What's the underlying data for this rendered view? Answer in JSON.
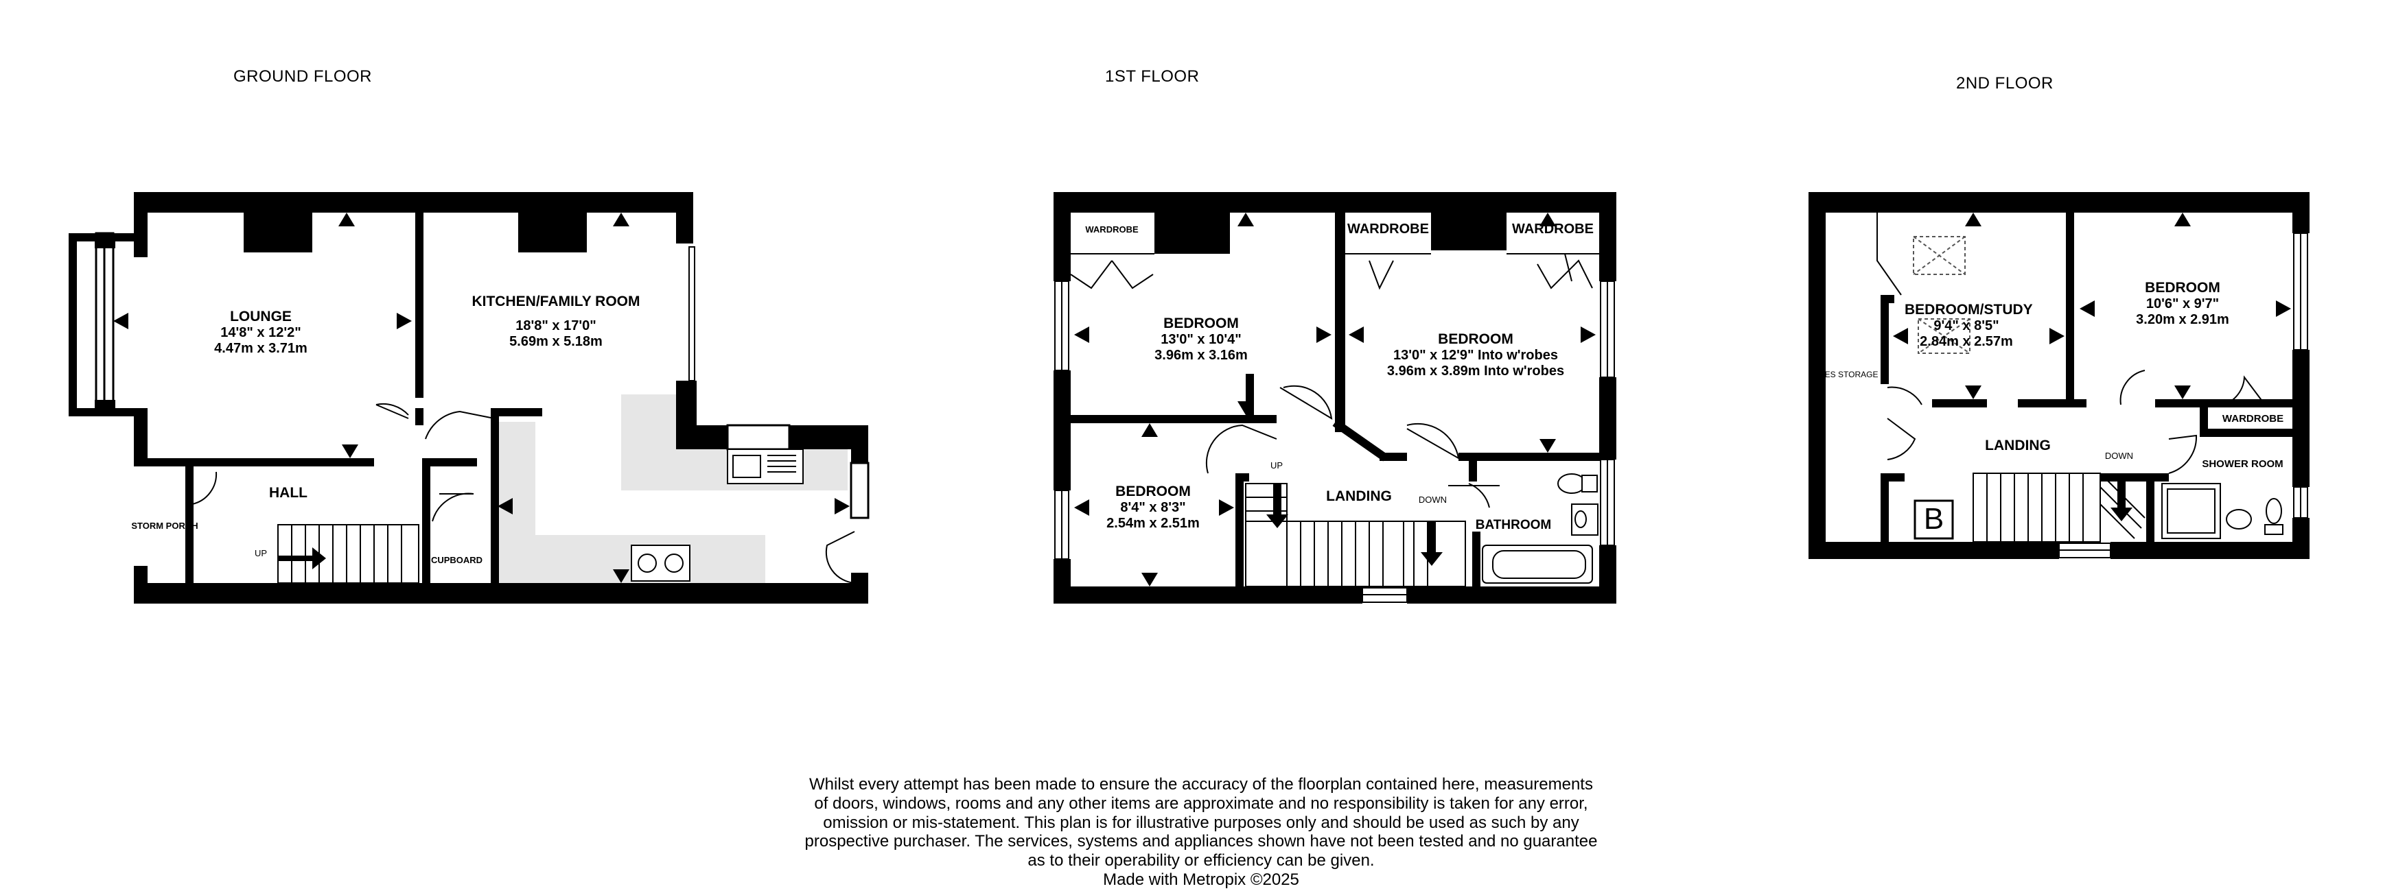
{
  "floors": [
    {
      "title": "GROUND FLOOR",
      "rooms": [
        {
          "name": "LOUNGE",
          "dim_imperial": "14'8\"  x 12'2\"",
          "dim_metric": "4.47m  x 3.71m"
        },
        {
          "name": "KITCHEN/FAMILY ROOM",
          "dim_imperial": "18'8\"  x 17'0\"",
          "dim_metric": "5.69m  x 5.18m"
        },
        {
          "name": "HALL"
        },
        {
          "name": "STORM PORCH"
        },
        {
          "name": "CUPBOARD"
        }
      ],
      "stair_label": "UP"
    },
    {
      "title": "1ST FLOOR",
      "rooms": [
        {
          "name": "BEDROOM",
          "dim_imperial": "13'0\"  x 10'4\"",
          "dim_metric": "3.96m  x 3.16m"
        },
        {
          "name": "BEDROOM",
          "dim_imperial": "13'0\"  x 12'9\" Into w'robes",
          "dim_metric": "3.96m  x 3.89m Into w'robes"
        },
        {
          "name": "BEDROOM",
          "dim_imperial": "8'4\"  x 8'3\"",
          "dim_metric": "2.54m  x 2.51m"
        },
        {
          "name": "LANDING"
        },
        {
          "name": "BATHROOM"
        },
        {
          "name": "WARDROBE"
        },
        {
          "name": "WARDROBE"
        },
        {
          "name": "WARDROBE"
        }
      ],
      "stair_up_label": "UP",
      "stair_down_label": "DOWN"
    },
    {
      "title": "2ND FLOOR",
      "rooms": [
        {
          "name": "BEDROOM/STUDY",
          "dim_imperial": "9'4\"  x 8'5\"",
          "dim_metric": "2.84m  x 2.57m"
        },
        {
          "name": "BEDROOM",
          "dim_imperial": "10'6\"  x 9'7\"",
          "dim_metric": "3.20m  x 2.91m"
        },
        {
          "name": "LANDING"
        },
        {
          "name": "SHOWER ROOM"
        },
        {
          "name": "WARDROBE"
        },
        {
          "name": "AVES STORAGE"
        }
      ],
      "stair_label": "DOWN",
      "boiler_label": "B"
    }
  ],
  "disclaimer": [
    "Whilst every attempt has been made to ensure the accuracy of the floorplan contained here, measurements",
    "of doors, windows, rooms and any other items are approximate and no responsibility is taken for any error,",
    "omission or mis-statement. This plan is for illustrative purposes only and should be used as such by any",
    "prospective purchaser. The services, systems and appliances shown have not been tested and no guarantee",
    "as to their operability or efficiency can be given."
  ],
  "credit": "Made with Metropix ©2025",
  "colors": {
    "wall": "#000000",
    "floor_fill": "#e6e6e6",
    "background": "#ffffff"
  }
}
